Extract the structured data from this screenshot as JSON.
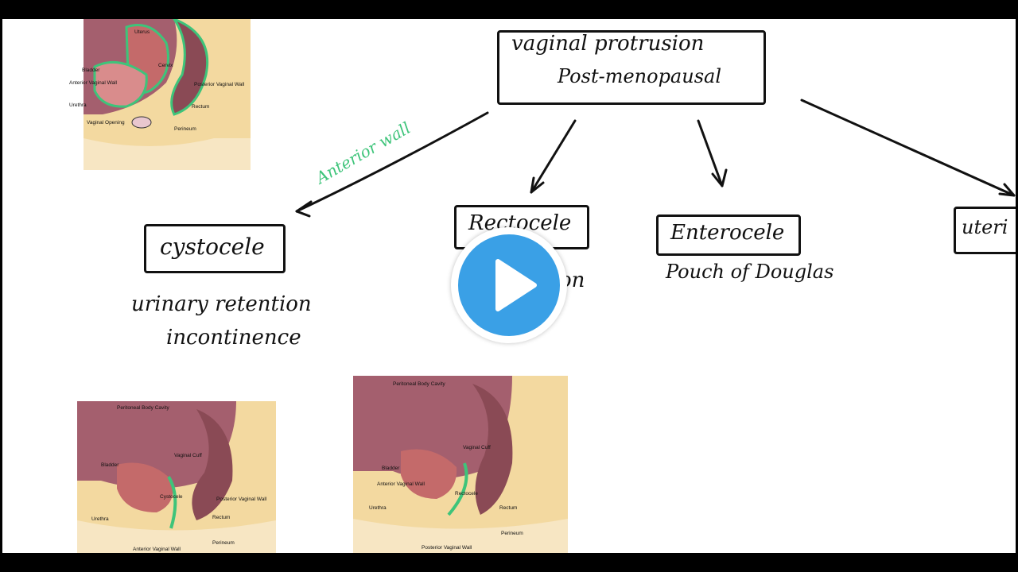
{
  "title_box": {
    "line1": "vaginal protrusion",
    "line2": "Post-menopausal"
  },
  "branch_note": "Anterior wall",
  "nodes": {
    "cystocele": {
      "label": "cystocele",
      "note1": "urinary retention",
      "note2": "incontinence"
    },
    "rectocele": {
      "label": "Rectocele",
      "note_fragment": "on"
    },
    "enterocele": {
      "label": "Enterocele",
      "note": "Pouch of Douglas"
    },
    "uterine": {
      "label": "uteri"
    }
  },
  "figure_top": {
    "labels": [
      "Uterus",
      "Bladder",
      "Cervix",
      "Anterior Vaginal Wall",
      "Posterior Vaginal Wall",
      "Urethra",
      "Rectum",
      "Vaginal Opening",
      "Perineum"
    ]
  },
  "figure_cystocele": {
    "labels": [
      "Peritoneal Body Cavity",
      "Bladder",
      "Vaginal Cuff",
      "Posterior Vaginal Wall",
      "Rectum",
      "Urethra",
      "Perineum",
      "Anterior Vaginal Wall",
      "Cystocele"
    ]
  },
  "figure_rectocele": {
    "labels": [
      "Peritoneal Body Cavity",
      "Vaginal Cuff",
      "Bladder",
      "Anterior Vaginal Wall",
      "Urethra",
      "Rectum",
      "Perineum",
      "Posterior Vaginal Wall",
      "Rectocele"
    ]
  },
  "colors": {
    "accent_green": "#3ec47a",
    "play_blue": "#3aa0e6",
    "skin": "#f3d9a0",
    "tissue": "#c46a6a"
  },
  "icons": {
    "play": "play-icon"
  }
}
